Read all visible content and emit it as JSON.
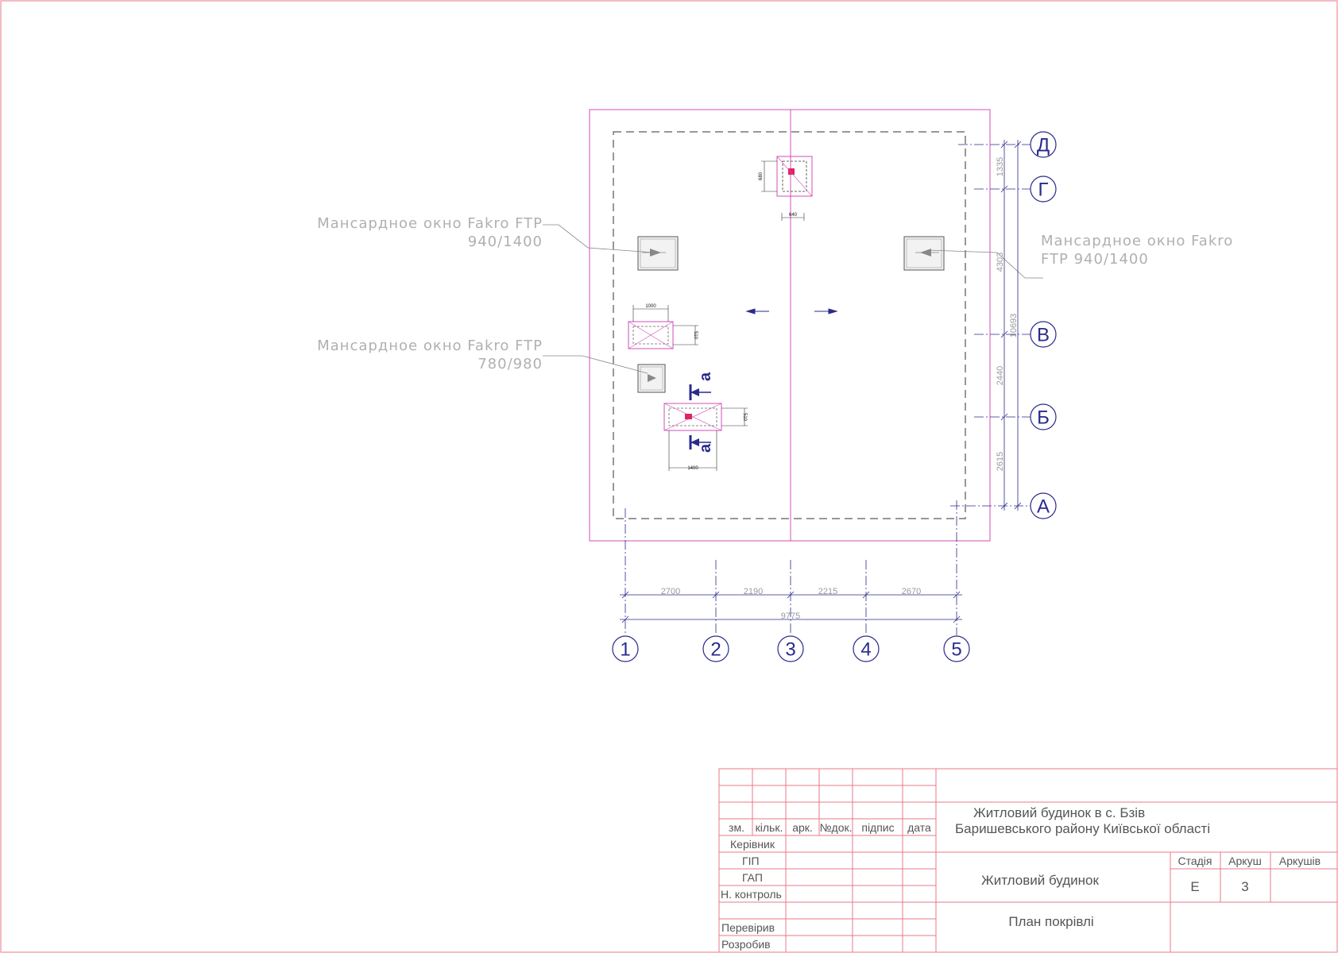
{
  "grid_axes": {
    "letters": [
      "Д",
      "Г",
      "В",
      "Б",
      "А"
    ],
    "numbers": [
      "1",
      "2",
      "3",
      "4",
      "5"
    ]
  },
  "dimensions": {
    "horizontal": [
      "2700",
      "2190",
      "2215",
      "2670"
    ],
    "horizontal_total": "9775",
    "vertical": [
      "1335",
      "4303",
      "2440",
      "2615"
    ],
    "vertical_total": "10693",
    "small": {
      "skylight_top_h": "680",
      "skylight_top_w": "640",
      "vent_upper_w": "1000",
      "vent_upper_h": "510",
      "vent_lower_w": "1400",
      "vent_lower_h": "510"
    }
  },
  "callouts": {
    "left_top": [
      "Мансардное окно Fakro FTP",
      "940/1400"
    ],
    "left_bottom": [
      "Мансардное окно Fakro FTP",
      "780/980"
    ],
    "right": [
      "Мансардное окно Fakro",
      "FTP 940/1400"
    ]
  },
  "section_mark": "а",
  "title_block": {
    "columns": [
      "зм.",
      "кільк.",
      "арк.",
      "№док.",
      "підпис",
      "дата"
    ],
    "roles": [
      "Керівник",
      "ГІП",
      "ГАП",
      "Н. контроль",
      "Перевірив",
      "Розробив"
    ],
    "project_line1": "Житловий будинок в с. Бзів",
    "project_line2": "Баришевського району  Київської області",
    "object": "Житловий будинок",
    "sheet_title": "План покрівлі",
    "stage_label": "Стадія",
    "sheet_label": "Аркуш",
    "sheets_label": "Аркушів",
    "stage": "Е",
    "sheet": "3",
    "sheets": ""
  },
  "colors": {
    "frame": "#e87a8a",
    "axis": "#2a2a8c",
    "roof_line": "#d24fb8",
    "accent": "#e0245e"
  }
}
